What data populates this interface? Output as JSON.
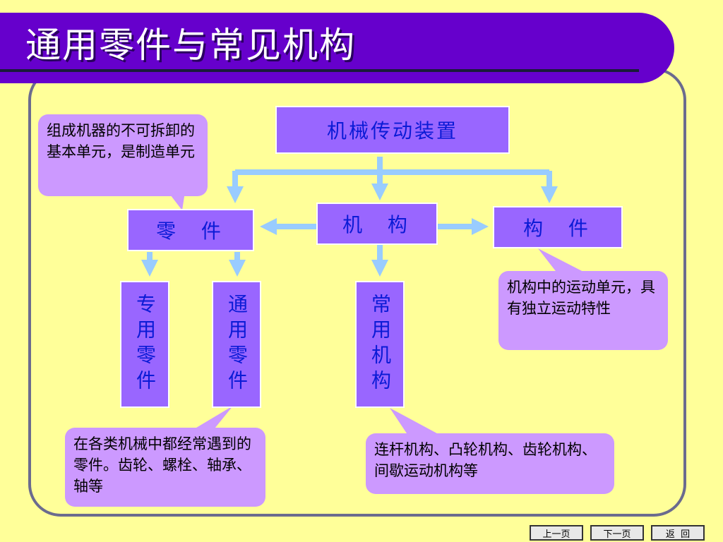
{
  "title": "通用零件与常见机构",
  "nodes": {
    "root": "机械传动装置",
    "parts": "零  件",
    "mechanism": "机  构",
    "component": "构  件",
    "special_parts": "专用零件",
    "general_parts": "通用零件",
    "common_mechanism": "常用机构"
  },
  "callouts": {
    "parts_def": "组成机器的不可拆卸的基本单元，是制造单元",
    "component_def": "机构中的运动单元，具有独立运动特性",
    "general_parts_examples": "在各类机械中都经常遇到的零件。齿轮、螺栓、轴承、轴等",
    "mechanism_examples": "连杆机构、凸轮机构、齿轮机构、间歇运动机构等"
  },
  "nav": {
    "prev": "上一页",
    "next": "下一页",
    "back": "返  回"
  },
  "colors": {
    "background": "#ffff99",
    "title_bar": "#6600cc",
    "box": "#9966ff",
    "callout": "#cc99ff",
    "arrow": "#99ccff"
  }
}
